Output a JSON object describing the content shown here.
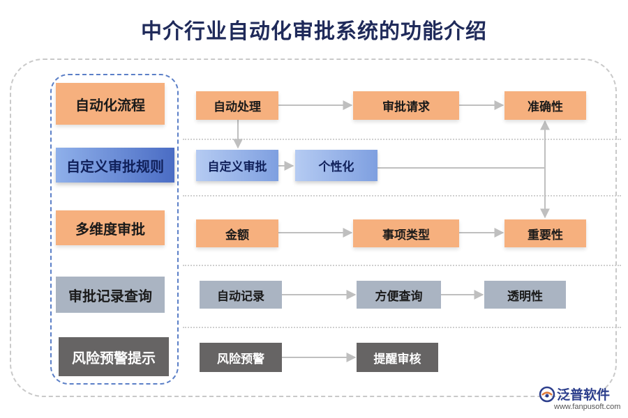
{
  "title": "中介行业自动化审批系统的功能介绍",
  "categories": [
    {
      "label": "自动化流程"
    },
    {
      "label": "自定义审批规则"
    },
    {
      "label": "多维度审批"
    },
    {
      "label": "审批记录查询"
    },
    {
      "label": "风险预警提示"
    }
  ],
  "rows": [
    {
      "nodes": [
        "自动处理",
        "审批请求",
        "准确性"
      ]
    },
    {
      "nodes": [
        "自定义审批",
        "个性化"
      ]
    },
    {
      "nodes": [
        "金额",
        "事项类型",
        "重要性"
      ]
    },
    {
      "nodes": [
        "自动记录",
        "方便查询",
        "透明性"
      ]
    },
    {
      "nodes": [
        "风险预警",
        "提醒审核"
      ]
    }
  ],
  "colors": {
    "orange": "#f6b07e",
    "blue": "#4a6cc4",
    "grey": "#aab4c2",
    "dark": "#666464",
    "arrow": "#bfbfbf"
  },
  "logo": {
    "name": "泛普软件",
    "url": "www.fanpusoft.com",
    "icon": "fanpu-logo-icon"
  }
}
